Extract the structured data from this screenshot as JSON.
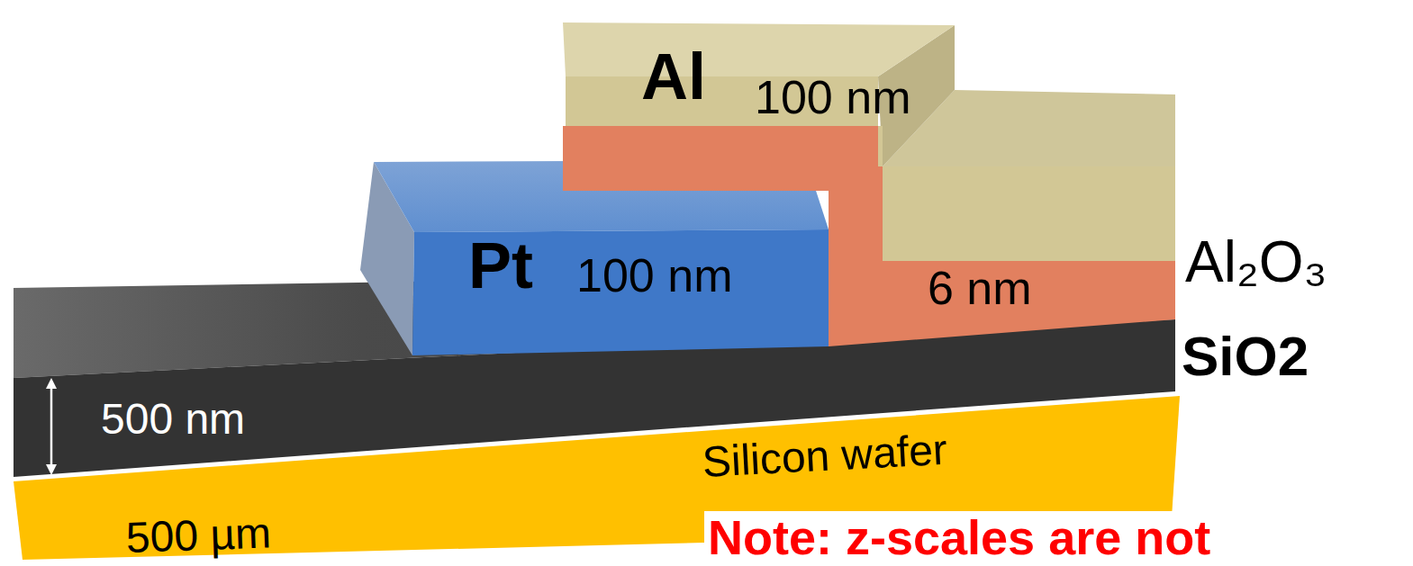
{
  "diagram": {
    "labels": [
      "Al",
      "100 nm",
      "Pt",
      "100 nm",
      "6 nm",
      "Al₂O₃",
      "SiO2",
      "500 nm",
      "Silicon wafer",
      "500 µm",
      "Note: z-scales are not"
    ]
  }
}
